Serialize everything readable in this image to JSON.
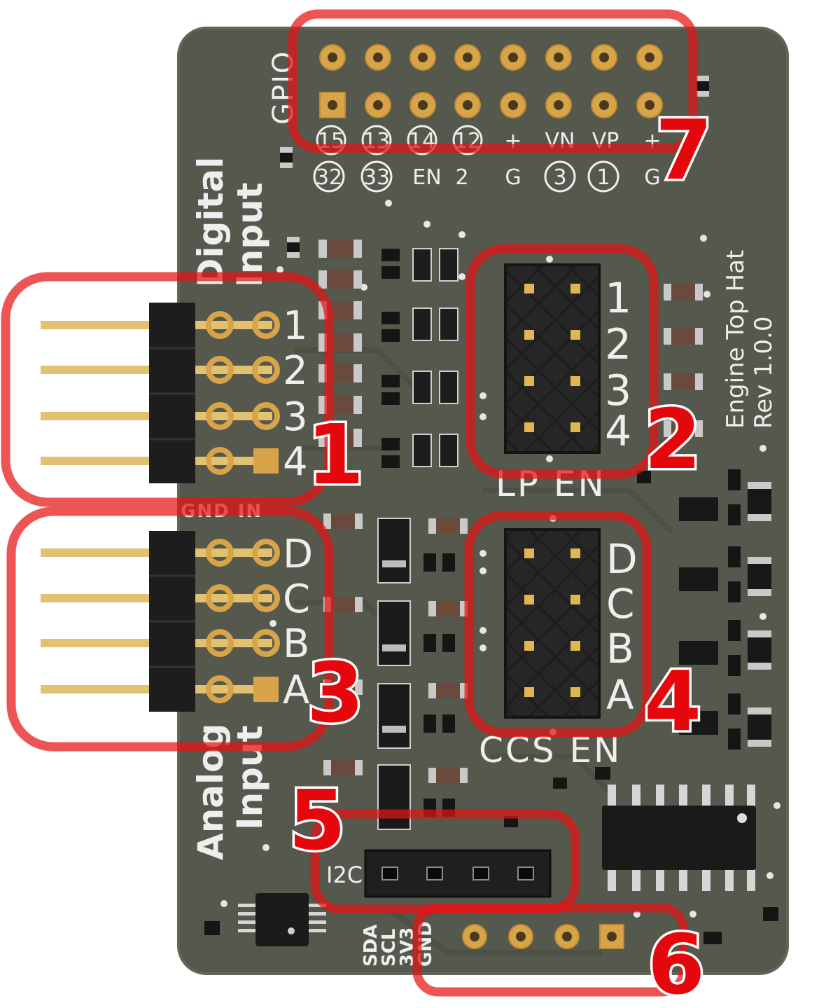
{
  "board": {
    "gpio_label": "GPIO",
    "gpio_top_labels": [
      "15",
      "13",
      "14",
      "12",
      "+",
      "VN",
      "VP",
      "+"
    ],
    "gpio_bottom_labels": [
      "32",
      "33",
      "EN",
      "2",
      "G",
      "3",
      "1",
      "G"
    ],
    "digital_title": [
      "Digital",
      "Input"
    ],
    "digital_pins": [
      "1",
      "2",
      "3",
      "4"
    ],
    "gnd_in_label": "GND IN",
    "analog_title": [
      "Analog",
      "Input"
    ],
    "analog_pins": [
      "D",
      "C",
      "B",
      "A"
    ],
    "lp_en_label": "LP EN",
    "lp_en_rows": [
      "1",
      "2",
      "3",
      "4"
    ],
    "ccs_en_label": "CCS EN",
    "ccs_en_rows": [
      "D",
      "C",
      "B",
      "A"
    ],
    "board_name": "Engine Top Hat",
    "board_rev": "Rev 1.0.0",
    "i2c_label": "I2C",
    "i2c_pins": [
      "SDA",
      "SCL",
      "3V3",
      "GND"
    ]
  },
  "callouts": [
    "1",
    "2",
    "3",
    "4",
    "5",
    "6",
    "7"
  ],
  "colors": {
    "pcb": "#55584c",
    "highlight": "#e4141e",
    "callout_fill": "#e4070b",
    "pad_gold": "#d7a449",
    "header_black": "#1d1d1d"
  }
}
